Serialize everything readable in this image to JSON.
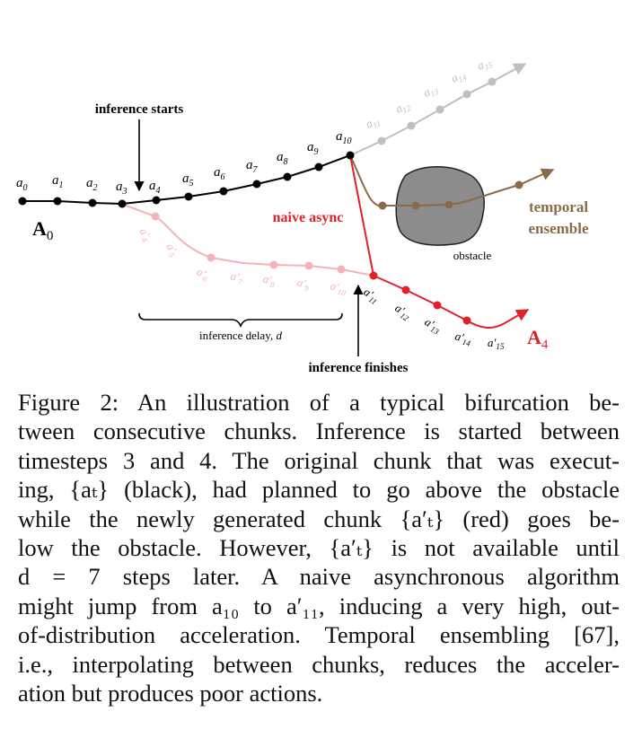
{
  "figure": {
    "labels": {
      "inference_starts": "inference starts",
      "inference_finishes": "inference finishes",
      "naive_async": "naive async",
      "temporal_ensemble_1": "temporal",
      "temporal_ensemble_2": "ensemble",
      "obstacle": "obstacle",
      "inference_delay": "inference delay,",
      "delay_symbol": "d",
      "chunk_A0": "A",
      "chunk_A0_sub": "0",
      "chunk_A4": "A",
      "chunk_A4_sub": "4"
    },
    "colors": {
      "original": "#000000",
      "future_original": "#bfbfbf",
      "new_chunk_faded": "#f4b3b8",
      "new_chunk": "#e0202a",
      "ensemble": "#8b6a4a",
      "obstacle": "#8c8c8c"
    },
    "original_actions": [
      {
        "base": "a",
        "sub": "0"
      },
      {
        "base": "a",
        "sub": "1"
      },
      {
        "base": "a",
        "sub": "2"
      },
      {
        "base": "a",
        "sub": "3"
      },
      {
        "base": "a",
        "sub": "4"
      },
      {
        "base": "a",
        "sub": "5"
      },
      {
        "base": "a",
        "sub": "6"
      },
      {
        "base": "a",
        "sub": "7"
      },
      {
        "base": "a",
        "sub": "8"
      },
      {
        "base": "a",
        "sub": "9"
      },
      {
        "base": "a",
        "sub": "10"
      }
    ],
    "future_actions": [
      {
        "base": "a",
        "sub": "11"
      },
      {
        "base": "a",
        "sub": "12"
      },
      {
        "base": "a",
        "sub": "13"
      },
      {
        "base": "a",
        "sub": "14"
      },
      {
        "base": "a",
        "sub": "15"
      }
    ],
    "new_actions_faded": [
      {
        "base": "a′",
        "sub": "4"
      },
      {
        "base": "a′",
        "sub": "5"
      },
      {
        "base": "a′",
        "sub": "6"
      },
      {
        "base": "a′",
        "sub": "7"
      },
      {
        "base": "a′",
        "sub": "8"
      },
      {
        "base": "a′",
        "sub": "9"
      },
      {
        "base": "a′",
        "sub": "10"
      }
    ],
    "new_actions": [
      {
        "base": "a′",
        "sub": "11"
      },
      {
        "base": "a′",
        "sub": "12"
      },
      {
        "base": "a′",
        "sub": "13"
      },
      {
        "base": "a′",
        "sub": "14"
      },
      {
        "base": "a′",
        "sub": "15"
      }
    ]
  },
  "caption": {
    "lines": [
      "Figure 2: An illustration of a typical bifurcation be-",
      "tween consecutive chunks. Inference is started between",
      "timesteps 3 and 4. The original chunk that was execut-",
      "ing, {aₜ} (black), had planned to go above the obstacle",
      "while the newly generated chunk {a′ₜ} (red) goes be-",
      "low the obstacle. However, {a′ₜ} is not available until",
      "d = 7 steps later. A naive asynchronous algorithm",
      "might jump from a₁₀ to a′₁₁, inducing a very high, out-",
      "of-distribution acceleration. Temporal ensembling [67],",
      "i.e., interpolating between chunks, reduces the acceler-",
      "ation but produces poor actions."
    ]
  }
}
